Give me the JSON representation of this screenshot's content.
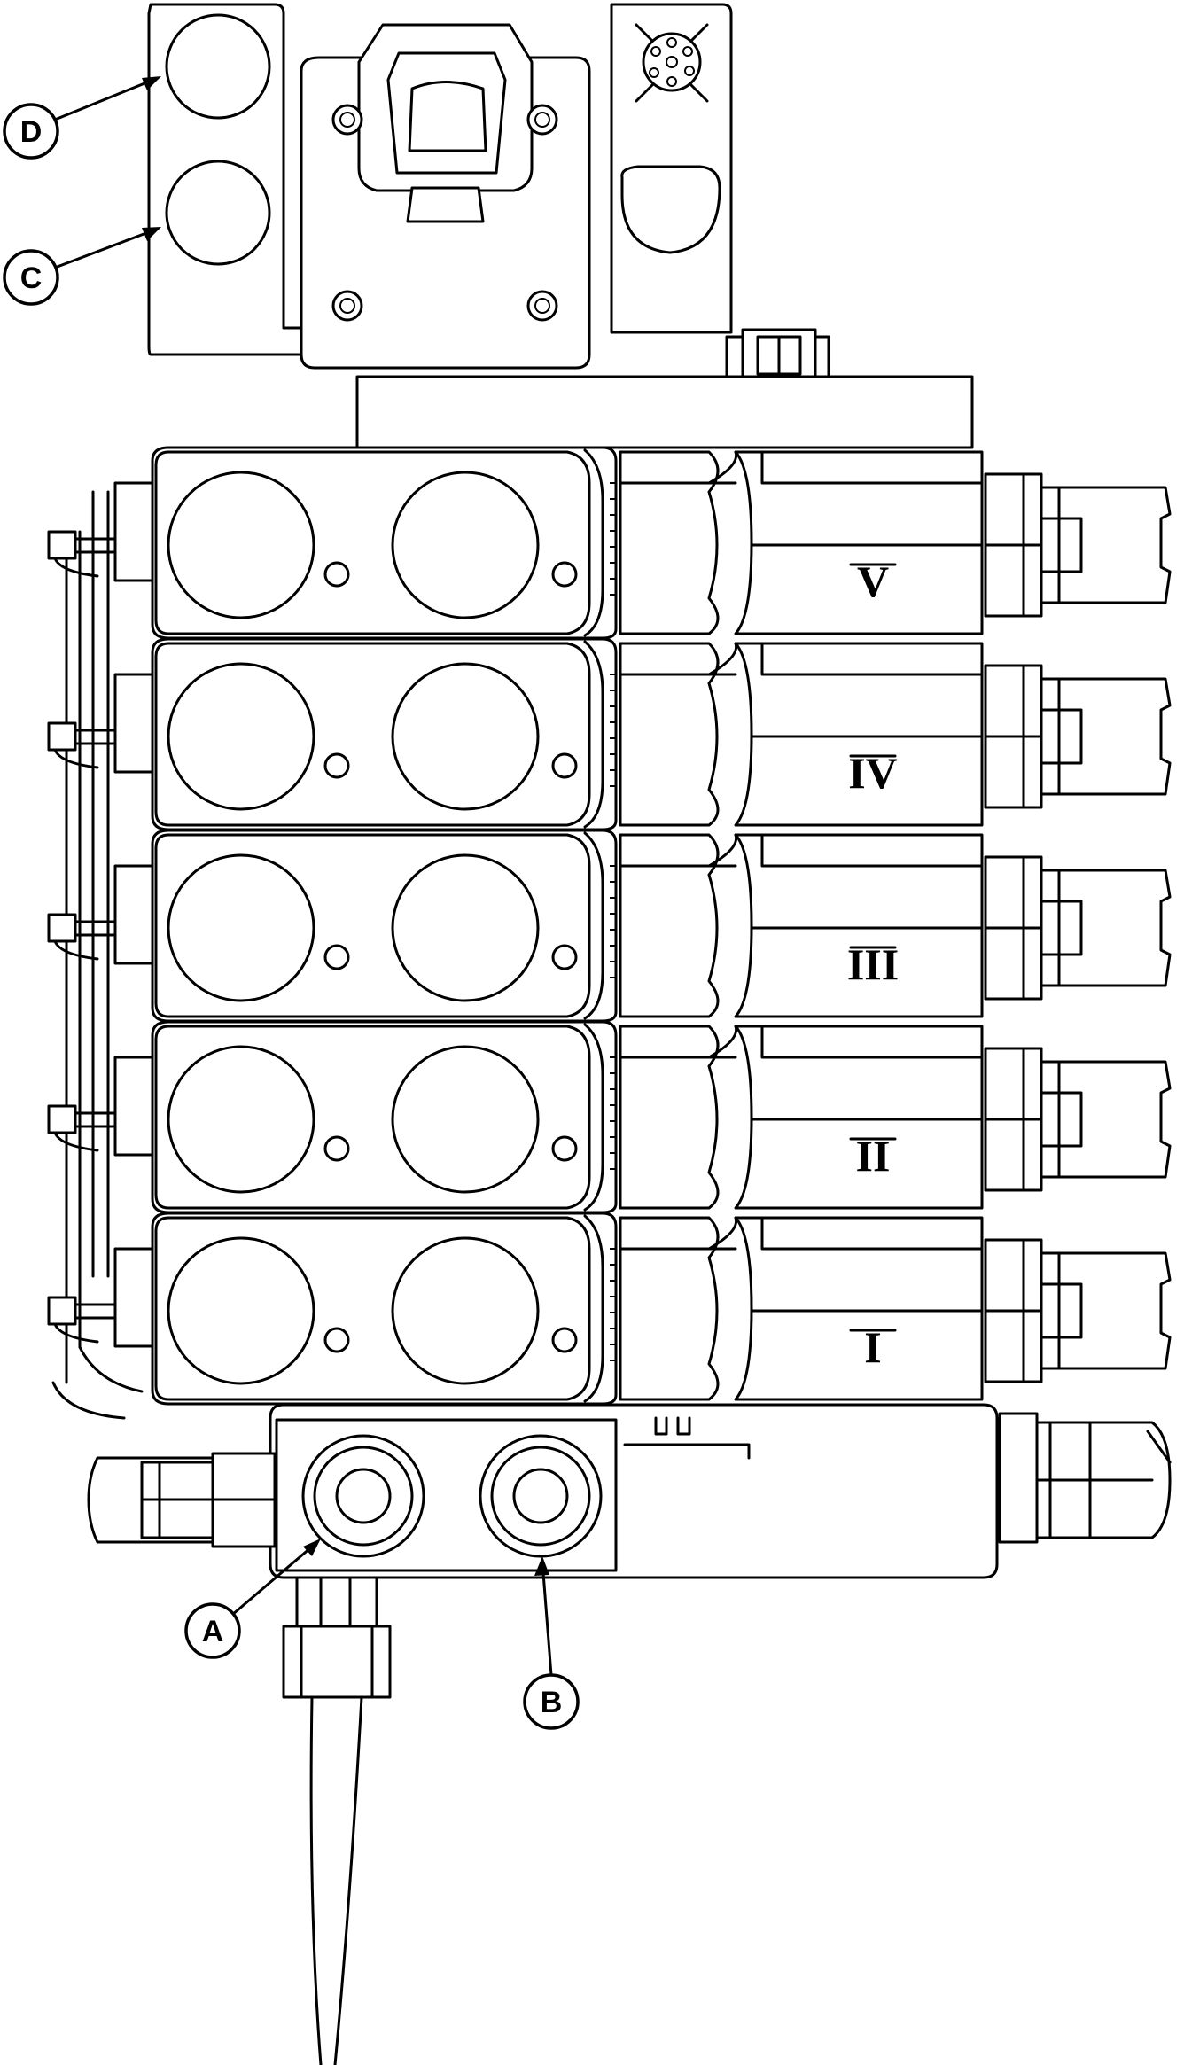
{
  "callouts": {
    "A": "A",
    "B": "B",
    "C": "C",
    "D": "D"
  },
  "sections": [
    "V",
    "IV",
    "III",
    "II",
    "I"
  ]
}
